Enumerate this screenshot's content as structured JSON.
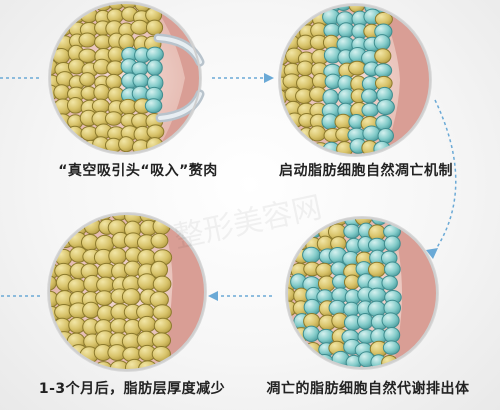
{
  "steps": [
    {
      "caption": "“真空吸引头“吸入”赘肉"
    },
    {
      "caption": "启动脂肪细胞自然凋亡机制"
    },
    {
      "caption": "1-3个月后，脂肪层厚度减少"
    },
    {
      "caption": "凋亡的脂肪细胞自然代谢排出体"
    }
  ],
  "watermark": {
    "text": "整形美容网"
  },
  "colors": {
    "fat_cell": "#d8c36a",
    "fat_cell_stroke": "#8c7a2c",
    "apoptotic_cell": "#7cc9c8",
    "apoptotic_stroke": "#3f8d8f",
    "skin": "#e0a9a0",
    "arrow": "#6aa9d6"
  }
}
